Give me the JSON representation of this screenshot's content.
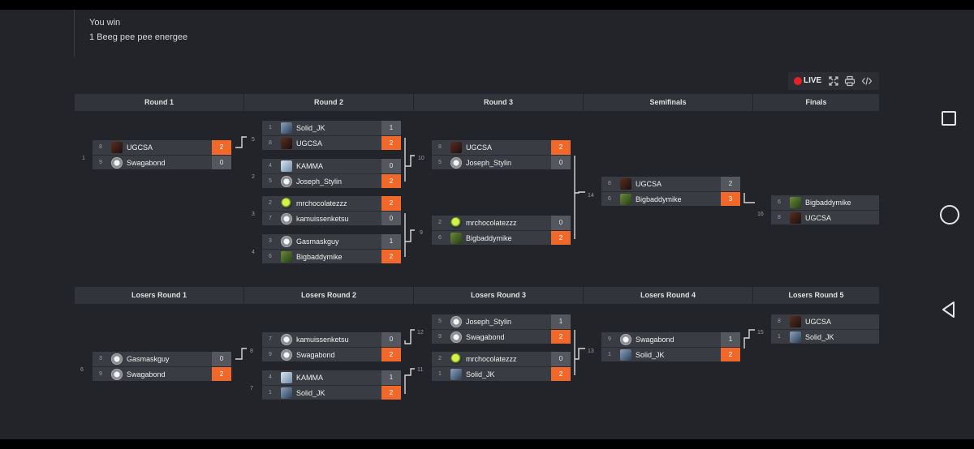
{
  "messages": [
    "You win",
    "1 Beeg pee pee energee"
  ],
  "toolbar": {
    "live_label": "LIVE",
    "live_color": "#e5202a",
    "icons": [
      "fullscreen-icon",
      "print-icon",
      "embed-code-icon"
    ]
  },
  "colors": {
    "winner_score": "#f0692a",
    "header_bg": "#32343b",
    "row_bg": "#3a3c43"
  },
  "winners_headers": [
    "Round 1",
    "Round 2",
    "Round 3",
    "Semifinals",
    "Finals"
  ],
  "losers_headers": [
    "Losers Round 1",
    "Losers Round 2",
    "Losers Round 3",
    "Losers Round 4",
    "Losers Round 5"
  ],
  "matches": [
    {
      "num": "1",
      "p": [
        {
          "seed": "8",
          "name": "UGCSA",
          "score": "2",
          "win": true,
          "av": "dark"
        },
        {
          "seed": "9",
          "name": "Swagabond",
          "score": "0",
          "win": false,
          "av": "gray"
        }
      ]
    },
    {
      "num": "5",
      "p": [
        {
          "seed": "1",
          "name": "Solid_JK",
          "score": "1",
          "win": false,
          "av": "blue"
        },
        {
          "seed": "8",
          "name": "UGCSA",
          "score": "2",
          "win": true,
          "av": "dark"
        }
      ]
    },
    {
      "num": "2",
      "p": [
        {
          "seed": "4",
          "name": "KAMMA",
          "score": "0",
          "win": false,
          "av": "ice"
        },
        {
          "seed": "5",
          "name": "Joseph_Stylin",
          "score": "2",
          "win": true,
          "av": "gray"
        }
      ]
    },
    {
      "num": "3",
      "p": [
        {
          "seed": "2",
          "name": "mrchocolatezzz",
          "score": "2",
          "win": true,
          "av": "lime"
        },
        {
          "seed": "7",
          "name": "kamuissenketsu",
          "score": "0",
          "win": false,
          "av": "gray"
        }
      ]
    },
    {
      "num": "4",
      "p": [
        {
          "seed": "3",
          "name": "Gasmaskguy",
          "score": "1",
          "win": false,
          "av": "gray"
        },
        {
          "seed": "6",
          "name": "Bigbaddymike",
          "score": "2",
          "win": true,
          "av": "green"
        }
      ]
    },
    {
      "num": "10",
      "p": [
        {
          "seed": "8",
          "name": "UGCSA",
          "score": "2",
          "win": true,
          "av": "dark"
        },
        {
          "seed": "5",
          "name": "Joseph_Stylin",
          "score": "0",
          "win": false,
          "av": "gray"
        }
      ]
    },
    {
      "num": "9",
      "p": [
        {
          "seed": "2",
          "name": "mrchocolatezzz",
          "score": "0",
          "win": false,
          "av": "lime"
        },
        {
          "seed": "6",
          "name": "Bigbaddymike",
          "score": "2",
          "win": true,
          "av": "green"
        }
      ]
    },
    {
      "num": "14",
      "p": [
        {
          "seed": "8",
          "name": "UGCSA",
          "score": "2",
          "win": false,
          "av": "dark"
        },
        {
          "seed": "6",
          "name": "Bigbaddymike",
          "score": "3",
          "win": true,
          "av": "green"
        }
      ]
    },
    {
      "num": "16",
      "p": [
        {
          "seed": "6",
          "name": "Bigbaddymike",
          "score": "",
          "win": false,
          "av": "green"
        },
        {
          "seed": "8",
          "name": "UGCSA",
          "score": "",
          "win": false,
          "av": "dark"
        }
      ]
    },
    {
      "num": "6",
      "p": [
        {
          "seed": "3",
          "name": "Gasmaskguy",
          "score": "0",
          "win": false,
          "av": "gray"
        },
        {
          "seed": "9",
          "name": "Swagabond",
          "score": "2",
          "win": true,
          "av": "gray"
        }
      ]
    },
    {
      "num": "8",
      "p": [
        {
          "seed": "7",
          "name": "kamuissenketsu",
          "score": "0",
          "win": false,
          "av": "gray"
        },
        {
          "seed": "9",
          "name": "Swagabond",
          "score": "2",
          "win": true,
          "av": "gray"
        }
      ]
    },
    {
      "num": "7",
      "p": [
        {
          "seed": "4",
          "name": "KAMMA",
          "score": "1",
          "win": false,
          "av": "ice"
        },
        {
          "seed": "1",
          "name": "Solid_JK",
          "score": "2",
          "win": true,
          "av": "blue"
        }
      ]
    },
    {
      "num": "12",
      "p": [
        {
          "seed": "5",
          "name": "Joseph_Stylin",
          "score": "1",
          "win": false,
          "av": "gray"
        },
        {
          "seed": "9",
          "name": "Swagabond",
          "score": "2",
          "win": true,
          "av": "gray"
        }
      ]
    },
    {
      "num": "11",
      "p": [
        {
          "seed": "2",
          "name": "mrchocolatezzz",
          "score": "0",
          "win": false,
          "av": "lime"
        },
        {
          "seed": "1",
          "name": "Solid_JK",
          "score": "2",
          "win": true,
          "av": "blue"
        }
      ]
    },
    {
      "num": "13",
      "p": [
        {
          "seed": "9",
          "name": "Swagabond",
          "score": "1",
          "win": false,
          "av": "gray"
        },
        {
          "seed": "1",
          "name": "Solid_JK",
          "score": "2",
          "win": true,
          "av": "blue"
        }
      ]
    },
    {
      "num": "15",
      "p": [
        {
          "seed": "8",
          "name": "UGCSA",
          "score": "",
          "win": false,
          "av": "dark"
        },
        {
          "seed": "1",
          "name": "Solid_JK",
          "score": "",
          "win": false,
          "av": "blue"
        }
      ]
    }
  ]
}
